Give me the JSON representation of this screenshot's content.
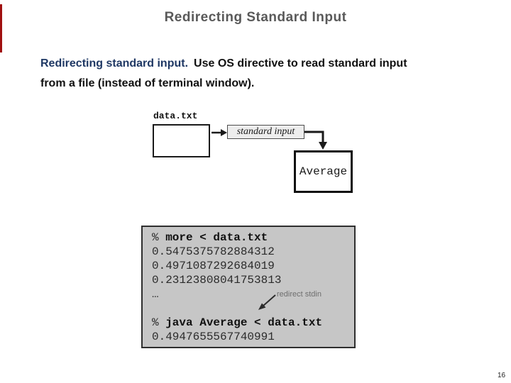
{
  "slide": {
    "title": "Redirecting Standard Input",
    "page_number": "16"
  },
  "body": {
    "lead": "Redirecting standard input.",
    "line1_rest": "Use OS directive to read standard input",
    "line2": "from a file (instead of terminal window)."
  },
  "diagram": {
    "file_label": "data.txt",
    "stream_label": "standard input",
    "program_label": "Average"
  },
  "terminal": {
    "command1_prompt": "%",
    "command1": "more < data.txt",
    "output1": [
      "0.5475375782884312",
      "0.4971087292684019",
      "0.23123808041753813",
      "…"
    ],
    "annotation": "redirect stdin",
    "command2_prompt": "%",
    "command2": "java Average < data.txt",
    "output2": "0.4947655567740991"
  },
  "colors": {
    "title_gray": "#595959",
    "lead_navy": "#1f3864",
    "body_black": "#111111",
    "terminal_background": "#c6c6c6",
    "annotation_gray": "#6e6e6e",
    "edge_accent_red": "#a01010"
  }
}
